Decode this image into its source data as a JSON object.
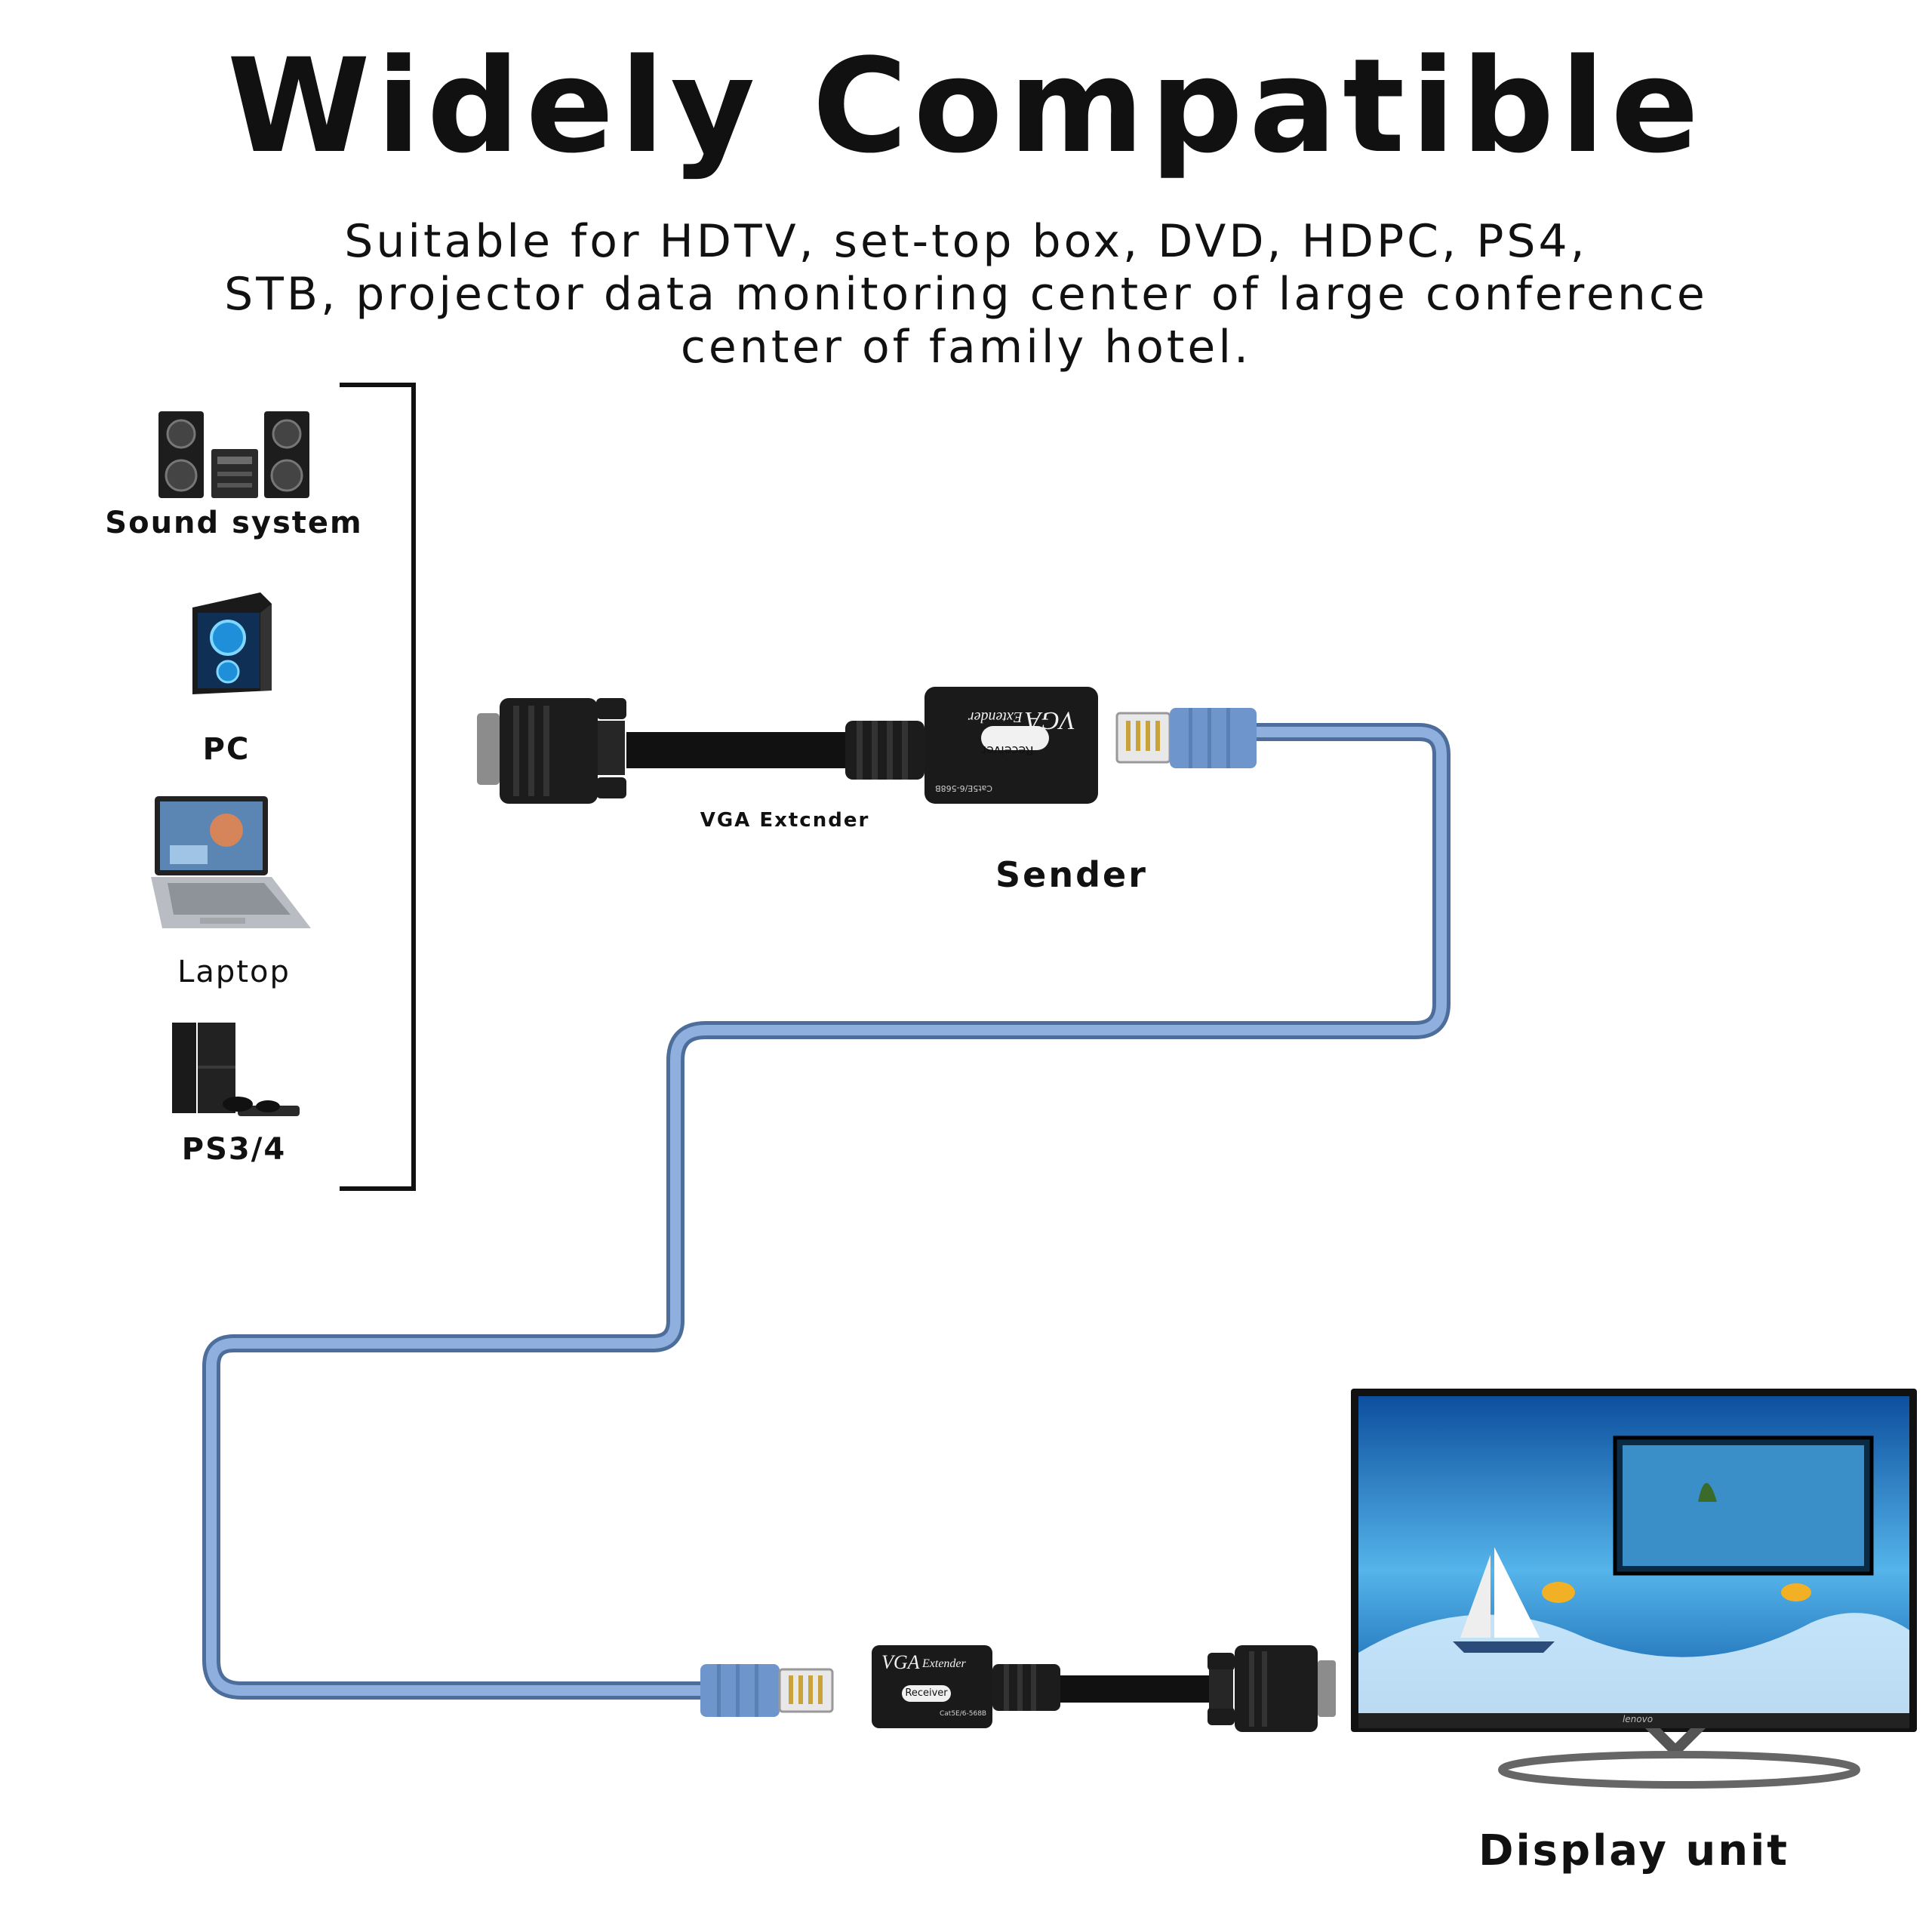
{
  "title": "Widely Compatible",
  "subtitle": {
    "line1": "Suitable for HDTV, set-top box, DVD, HDPC, PS4,",
    "line2": "STB, projector data monitoring center of large conference",
    "line3": "center of family hotel."
  },
  "devices": {
    "sound": "Sound system",
    "pc": "PC",
    "laptop": "Laptop",
    "ps": "PS3/4"
  },
  "sender": {
    "caption": "VGA Extcnder",
    "label": "Sender",
    "box_title": "VGA",
    "box_sub": "Extender",
    "box_badge": "Receiver",
    "box_spec": "Cat5E/6-568B"
  },
  "receiver": {
    "box_title": "VGA",
    "box_sub": "Extender",
    "box_badge": "Receiver",
    "box_spec": "Cat5E/6-568B"
  },
  "display": {
    "label": "Display unit",
    "brand": "lenovo"
  },
  "colors": {
    "cable": "#7ea3d6",
    "cable_outline": "#4d6d9a",
    "connector_body": "#1c1c1c",
    "text": "#111111"
  }
}
